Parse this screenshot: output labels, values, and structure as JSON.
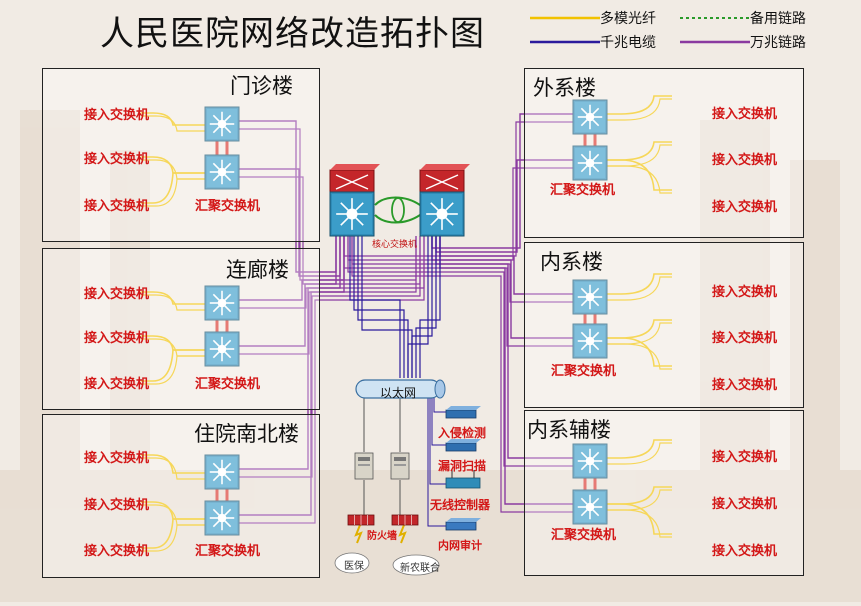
{
  "title": "人民医院网络改造拓扑图",
  "legend": {
    "multimode_fiber": "多模光纤",
    "gigabit_cable": "千兆电缆",
    "backup_link": "备用链路",
    "ten_gigabit_link": "万兆链路"
  },
  "colors": {
    "fiber": "#f2c200",
    "gigabit": "#2b1a9c",
    "backup": "#2a9a2a",
    "ten_gigabit": "#8a3aa0",
    "label_red": "#d31818"
  },
  "labels": {
    "access_switch": "接入交换机",
    "aggregation_switch": "汇聚交换机",
    "core_switch": "核心交换机",
    "ethernet": "以太网",
    "ids": "入侵检测",
    "vuln_scan": "漏洞扫描",
    "wireless_controller": "无线控制器",
    "intranet_audit": "内网审计",
    "firewall": "防火墙",
    "medical_insurance": "医保",
    "rural_coop": "新农联合"
  },
  "buildings": {
    "outpatient": "门诊楼",
    "corridor": "连廊楼",
    "inpatient": "住院南北楼",
    "surgery": "外系楼",
    "internal": "内系楼",
    "internal_annex": "内系辅楼"
  }
}
